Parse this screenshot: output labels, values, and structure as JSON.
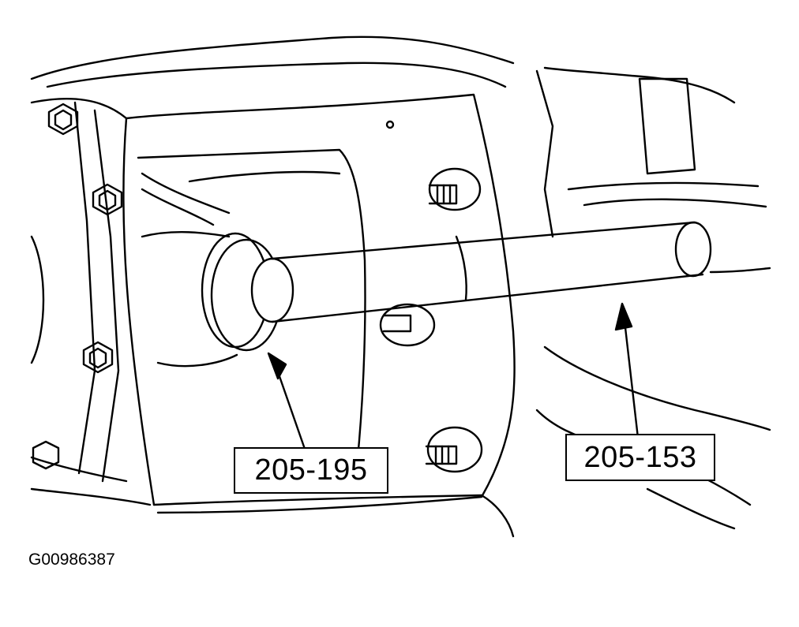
{
  "callouts": [
    {
      "id": "seal-installer",
      "text": "205-195"
    },
    {
      "id": "handle",
      "text": "205-153"
    }
  ],
  "figure_id": "G00986387",
  "colors": {
    "line": "#000000",
    "background": "#ffffff"
  }
}
